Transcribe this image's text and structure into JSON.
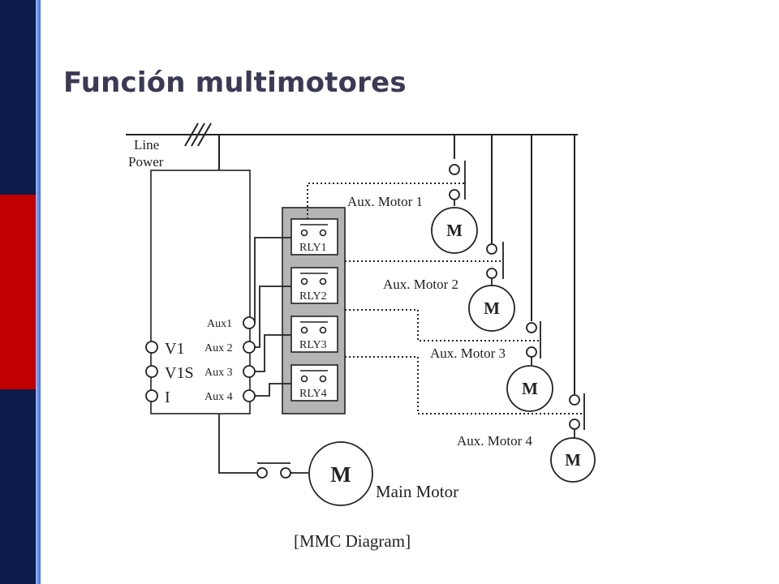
{
  "slide": {
    "title": "Función multimotores",
    "colors": {
      "band_dark": "#0d1b4a",
      "band_red": "#c00000",
      "stripe": "#5b7fe8",
      "title": "#3a3a55"
    }
  },
  "diagram": {
    "line_power_1": "Line",
    "line_power_2": "Power",
    "inputs": [
      "V1",
      "V1S",
      "I"
    ],
    "aux_outputs": [
      "Aux1",
      "Aux 2",
      "Aux 3",
      "Aux 4"
    ],
    "relays": [
      "RLY1",
      "RLY2",
      "RLY3",
      "RLY4"
    ],
    "aux_motor_labels": [
      "Aux. Motor 1",
      "Aux. Motor 2",
      "Aux. Motor 3",
      "Aux. Motor 4"
    ],
    "motor_symbol": "M",
    "main_motor_label": "Main Motor",
    "caption": "[MMC Diagram]"
  }
}
